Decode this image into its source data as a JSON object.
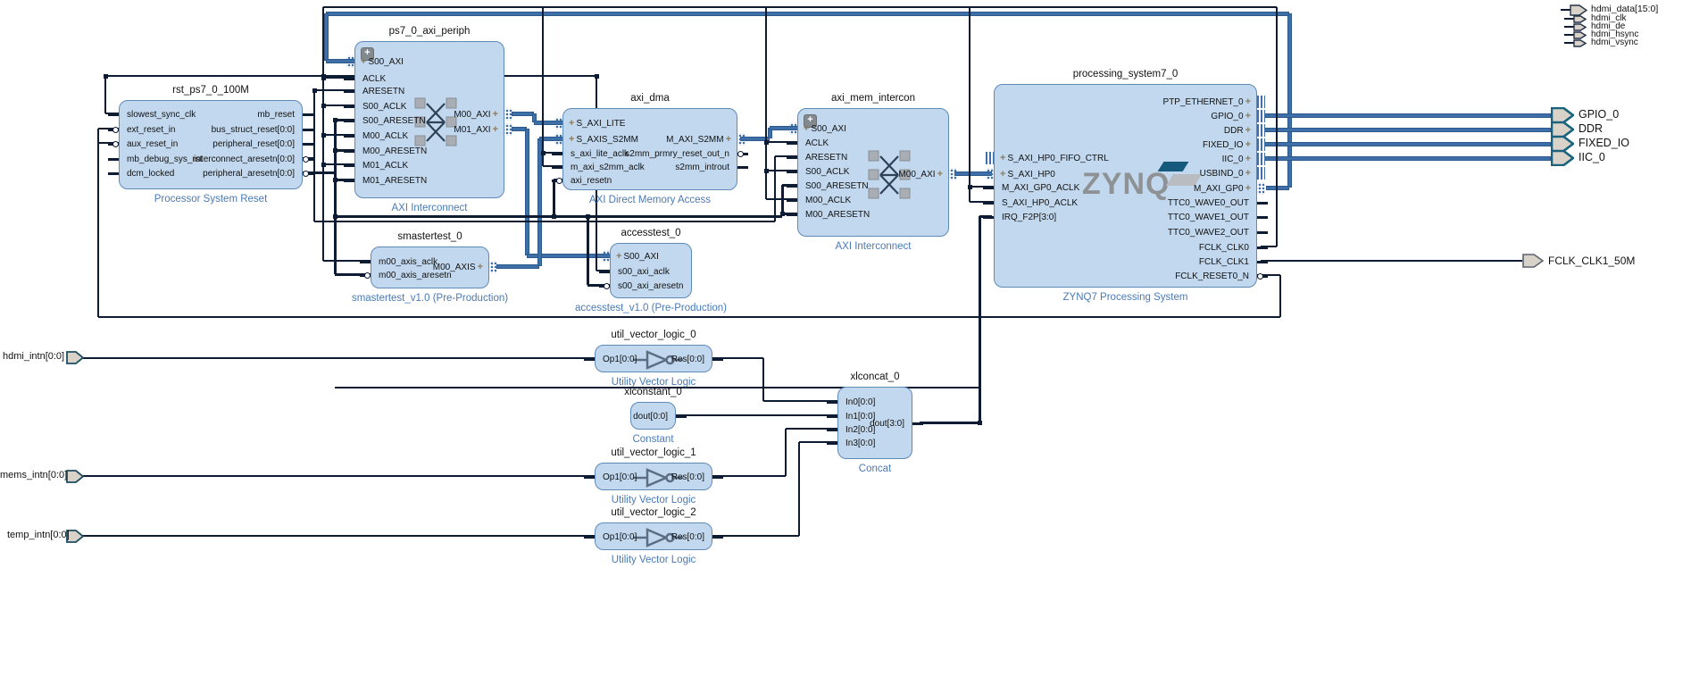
{
  "diagram": {
    "colors": {
      "block_fill": "#c2d8ee",
      "block_border": "#5e8ab8",
      "label_blue": "#4a7ab5",
      "wire_dark": "#0d1b33",
      "bus_blue": "#3f6fa8",
      "ext_port_fill": "#d9d2c9",
      "ext_intf_border": "#17637d"
    },
    "blocks": [
      {
        "id": "rst",
        "title": "rst_ps7_0_100M",
        "label": "Processor System Reset",
        "left": [
          {
            "n": "slowest_sync_clk"
          },
          {
            "n": "ext_reset_in",
            "low": 1
          },
          {
            "n": "aux_reset_in",
            "low": 1
          },
          {
            "n": "mb_debug_sys_rst"
          },
          {
            "n": "dcm_locked"
          }
        ],
        "right": [
          {
            "n": "mb_reset"
          },
          {
            "n": "bus_struct_reset[0:0]"
          },
          {
            "n": "peripheral_reset[0:0]"
          },
          {
            "n": "interconnect_aresetn[0:0]",
            "low": 1
          },
          {
            "n": "peripheral_aresetn[0:0]",
            "low": 1
          }
        ]
      },
      {
        "id": "periph",
        "title": "ps7_0_axi_periph",
        "label": "AXI Interconnect",
        "expand": 1,
        "icon": "xbar",
        "left": [
          {
            "n": "S00_AXI",
            "t": 1,
            "conn": "dots"
          },
          {
            "n": "ACLK"
          },
          {
            "n": "ARESETN"
          },
          {
            "n": "S00_ACLK"
          },
          {
            "n": "S00_ARESETN"
          },
          {
            "n": "M00_ACLK"
          },
          {
            "n": "M00_ARESETN"
          },
          {
            "n": "M01_ACLK"
          },
          {
            "n": "M01_ARESETN"
          }
        ],
        "right": [
          {
            "n": "M00_AXI",
            "t": 1,
            "conn": "dots"
          },
          {
            "n": "M01_AXI",
            "t": 1,
            "conn": "dots"
          }
        ]
      },
      {
        "id": "dma",
        "title": "axi_dma",
        "label": "AXI Direct Memory Access",
        "left": [
          {
            "n": "S_AXI_LITE",
            "t": 1,
            "conn": "dots"
          },
          {
            "n": "S_AXIS_S2MM",
            "t": 1,
            "conn": "dots"
          },
          {
            "n": "s_axi_lite_aclk"
          },
          {
            "n": "m_axi_s2mm_aclk"
          },
          {
            "n": "axi_resetn",
            "low": 1
          }
        ],
        "right": [
          {
            "n": "M_AXI_S2MM",
            "t": 1,
            "conn": "dots"
          },
          {
            "n": "s2mm_prmry_reset_out_n",
            "low": 1
          },
          {
            "n": "s2mm_introut"
          }
        ]
      },
      {
        "id": "mem",
        "title": "axi_mem_intercon",
        "label": "AXI Interconnect",
        "expand": 1,
        "icon": "xbar",
        "left": [
          {
            "n": "S00_AXI",
            "t": 1,
            "conn": "dots"
          },
          {
            "n": "ACLK"
          },
          {
            "n": "ARESETN"
          },
          {
            "n": "S00_ACLK"
          },
          {
            "n": "S00_ARESETN"
          },
          {
            "n": "M00_ACLK"
          },
          {
            "n": "M00_ARESETN"
          }
        ],
        "right": [
          {
            "n": "M00_AXI",
            "t": 1,
            "conn": "dots"
          }
        ]
      },
      {
        "id": "ps7",
        "title": "processing_system7_0",
        "label": "ZYNQ7 Processing System",
        "icon": "zynq",
        "left": [
          {
            "n": "S_AXI_HP0_FIFO_CTRL",
            "t": 1,
            "conn": "bars"
          },
          {
            "n": "S_AXI_HP0",
            "t": 1,
            "conn": "dots"
          },
          {
            "n": "M_AXI_GP0_ACLK"
          },
          {
            "n": "S_AXI_HP0_ACLK"
          },
          {
            "n": "IRQ_F2P[3:0]"
          }
        ],
        "right": [
          {
            "n": "PTP_ETHERNET_0",
            "t": 1,
            "conn": "bars"
          },
          {
            "n": "GPIO_0",
            "t": 1,
            "conn": "bars"
          },
          {
            "n": "DDR",
            "t": 1,
            "conn": "bars"
          },
          {
            "n": "FIXED_IO",
            "t": 1,
            "conn": "bars"
          },
          {
            "n": "IIC_0",
            "t": 1,
            "conn": "bars"
          },
          {
            "n": "USBIND_0",
            "t": 1,
            "conn": "bars"
          },
          {
            "n": "M_AXI_GP0",
            "t": 1,
            "conn": "dots"
          },
          {
            "n": "TTC0_WAVE0_OUT"
          },
          {
            "n": "TTC0_WAVE1_OUT"
          },
          {
            "n": "TTC0_WAVE2_OUT"
          },
          {
            "n": "FCLK_CLK0"
          },
          {
            "n": "FCLK_CLK1"
          },
          {
            "n": "FCLK_RESET0_N",
            "low": 1
          }
        ]
      },
      {
        "id": "smaster",
        "title": "smastertest_0",
        "label": "smastertest_v1.0 (Pre-Production)",
        "left": [
          {
            "n": "m00_axis_aclk"
          },
          {
            "n": "m00_axis_aresetn",
            "low": 1
          }
        ],
        "right": [
          {
            "n": "M00_AXIS",
            "t": 1,
            "conn": "dots"
          }
        ]
      },
      {
        "id": "access",
        "title": "accesstest_0",
        "label": "accesstest_v1.0 (Pre-Production)",
        "left": [
          {
            "n": "S00_AXI",
            "t": 1,
            "conn": "dots"
          },
          {
            "n": "s00_axi_aclk"
          },
          {
            "n": "s00_axi_aresetn",
            "low": 1
          }
        ],
        "right": []
      },
      {
        "id": "uvl0",
        "title": "util_vector_logic_0",
        "label": "Utility Vector Logic",
        "icon": "not",
        "left": [
          {
            "n": "Op1[0:0]"
          }
        ],
        "right": [
          {
            "n": "Res[0:0]"
          }
        ]
      },
      {
        "id": "xlc",
        "title": "xlconstant_0",
        "label": "Constant",
        "left": [],
        "right": [
          {
            "n": "dout[0:0]"
          }
        ]
      },
      {
        "id": "uvl1",
        "title": "util_vector_logic_1",
        "label": "Utility Vector Logic",
        "icon": "not",
        "left": [
          {
            "n": "Op1[0:0]"
          }
        ],
        "right": [
          {
            "n": "Res[0:0]"
          }
        ]
      },
      {
        "id": "uvl2",
        "title": "util_vector_logic_2",
        "label": "Utility Vector Logic",
        "icon": "not",
        "left": [
          {
            "n": "Op1[0:0]"
          }
        ],
        "right": [
          {
            "n": "Res[0:0]"
          }
        ]
      },
      {
        "id": "concat",
        "title": "xlconcat_0",
        "label": "Concat",
        "left": [
          {
            "n": "In0[0:0]"
          },
          {
            "n": "In1[0:0]"
          },
          {
            "n": "In2[0:0]"
          },
          {
            "n": "In3[0:0]"
          }
        ],
        "right": [
          {
            "n": "dout[3:0]"
          }
        ]
      }
    ],
    "external_ports": [
      {
        "id": "hdmi_data",
        "label": "hdmi_data[15:0]",
        "kind": "out_small"
      },
      {
        "id": "hdmi_clk",
        "label": "hdmi_clk",
        "kind": "out_small"
      },
      {
        "id": "hdmi_de",
        "label": "hdmi_de",
        "kind": "out_small"
      },
      {
        "id": "hdmi_hsync",
        "label": "hdmi_hsync",
        "kind": "out_small"
      },
      {
        "id": "hdmi_vsync",
        "label": "hdmi_vsync",
        "kind": "out_small"
      },
      {
        "id": "gpio0",
        "label": "GPIO_0",
        "kind": "out_intf"
      },
      {
        "id": "ddr",
        "label": "DDR",
        "kind": "out_intf"
      },
      {
        "id": "fixed_io",
        "label": "FIXED_IO",
        "kind": "out_intf"
      },
      {
        "id": "iic0",
        "label": "IIC_0",
        "kind": "out_intf"
      },
      {
        "id": "fclk1",
        "label": "FCLK_CLK1_50M",
        "kind": "out"
      },
      {
        "id": "hdmi_intn",
        "label": "hdmi_intn[0:0]",
        "kind": "in"
      },
      {
        "id": "mems_intn",
        "label": "mems_intn[0:0]",
        "kind": "in"
      },
      {
        "id": "temp_intn",
        "label": "temp_intn[0:0]",
        "kind": "in"
      }
    ]
  }
}
